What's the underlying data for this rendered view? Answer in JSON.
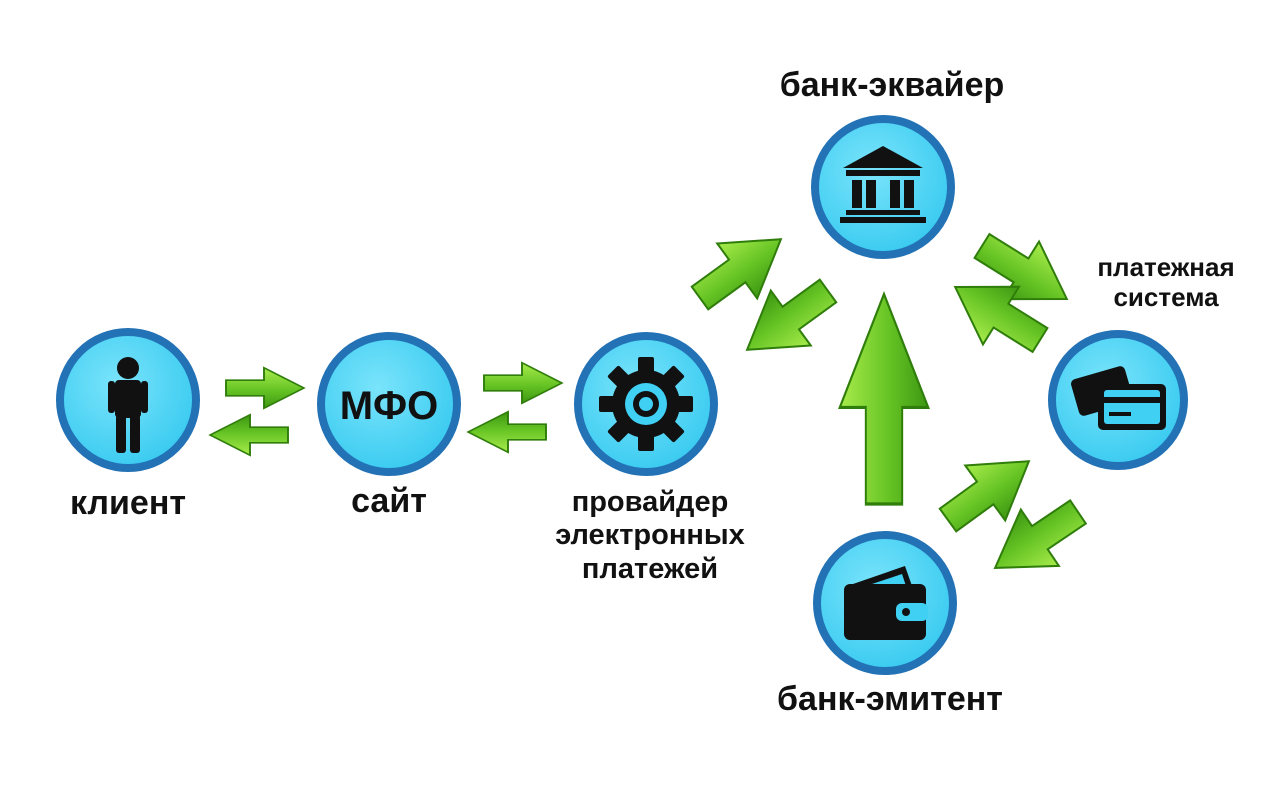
{
  "nodes": {
    "client": {
      "label": "клиент"
    },
    "site": {
      "label": "сайт",
      "badge": "МФО"
    },
    "provider": {
      "label_lines": [
        "провайдер",
        "электронных",
        "платежей"
      ]
    },
    "acquirer": {
      "label": "банк-эквайер"
    },
    "payment_system": {
      "label_lines": [
        "платежная",
        "система"
      ]
    },
    "issuer": {
      "label": "банк-эмитент"
    }
  },
  "icons": {
    "client": "person-icon",
    "provider": "gear-icon",
    "acquirer": "bank-building-icon",
    "payment_system": "credit-cards-icon",
    "issuer": "wallet-icon"
  },
  "colors": {
    "node_fill": "#3fd0f4",
    "node_ring": "#2372b5",
    "arrow_fill": "#66c424",
    "arrow_stroke": "#2f7d0a",
    "icon": "#111111"
  }
}
